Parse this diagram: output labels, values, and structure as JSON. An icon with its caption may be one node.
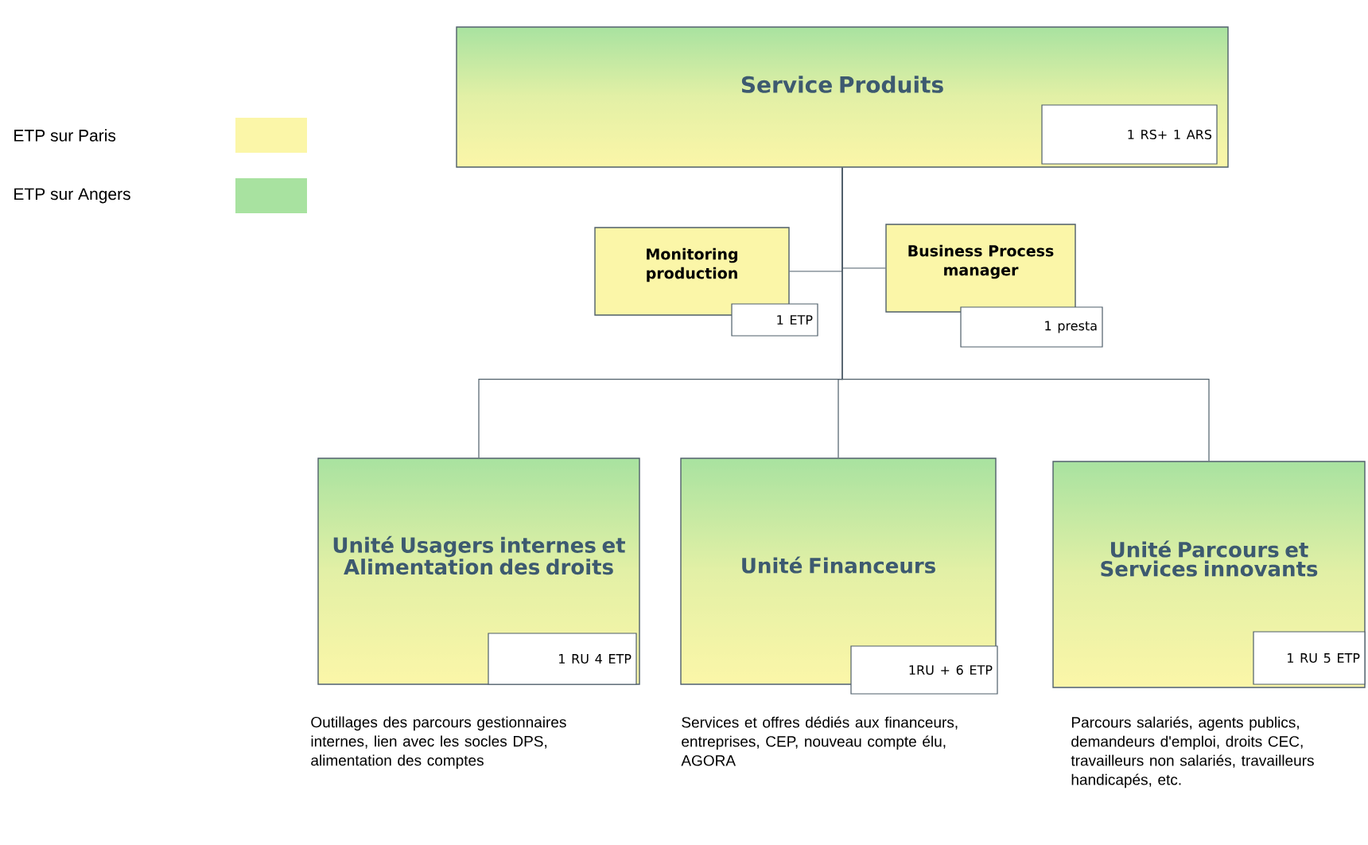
{
  "diagram": {
    "nodes": [
      {
        "text": [
          "Service Produits",
          "1 RS+ 1 ARS"
        ]
      },
      {
        "text": [
          "Monitoring production",
          "1 ETP"
        ]
      },
      {
        "text": [
          "Business Process manager",
          "1 presta"
        ]
      },
      {
        "text": [
          "Unité Usagers internes et Alimentation des droits",
          "1 RU  4 ETP"
        ],
        "beside": [
          "Outillages des parcours gestionnaires internes, lien avec les socles DPS, alimentation des comptes"
        ]
      },
      {
        "text": [
          "Unité Financeurs",
          "1RU + 6 ETP"
        ],
        "beside": [
          "Services et offres dédiés aux financeurs, entreprises, CEP, nouveau compte élu, AGORA"
        ]
      },
      {
        "text": [
          "Unité Parcours et Services innovants",
          "1 RU 5 ETP"
        ],
        "beside": [
          "Parcours salariés, agents publics, demandeurs d'emploi, droits CEC, travailleurs non salariés, travailleurs handicapés, etc."
        ]
      }
    ],
    "edges": [
      {
        "from": 0,
        "to": 1,
        "arrow": "none"
      },
      {
        "from": 0,
        "to": 2,
        "arrow": "none"
      },
      {
        "from": 0,
        "to": 3,
        "arrow": "none"
      },
      {
        "from": 0,
        "to": 4,
        "arrow": "none"
      },
      {
        "from": 0,
        "to": 5,
        "arrow": "none"
      }
    ],
    "legend": [
      {
        "text": "ETP sur Paris",
        "color": "#fbf6a8"
      },
      {
        "text": "ETP sur Angers",
        "color": "#a8e2a0"
      }
    ]
  }
}
